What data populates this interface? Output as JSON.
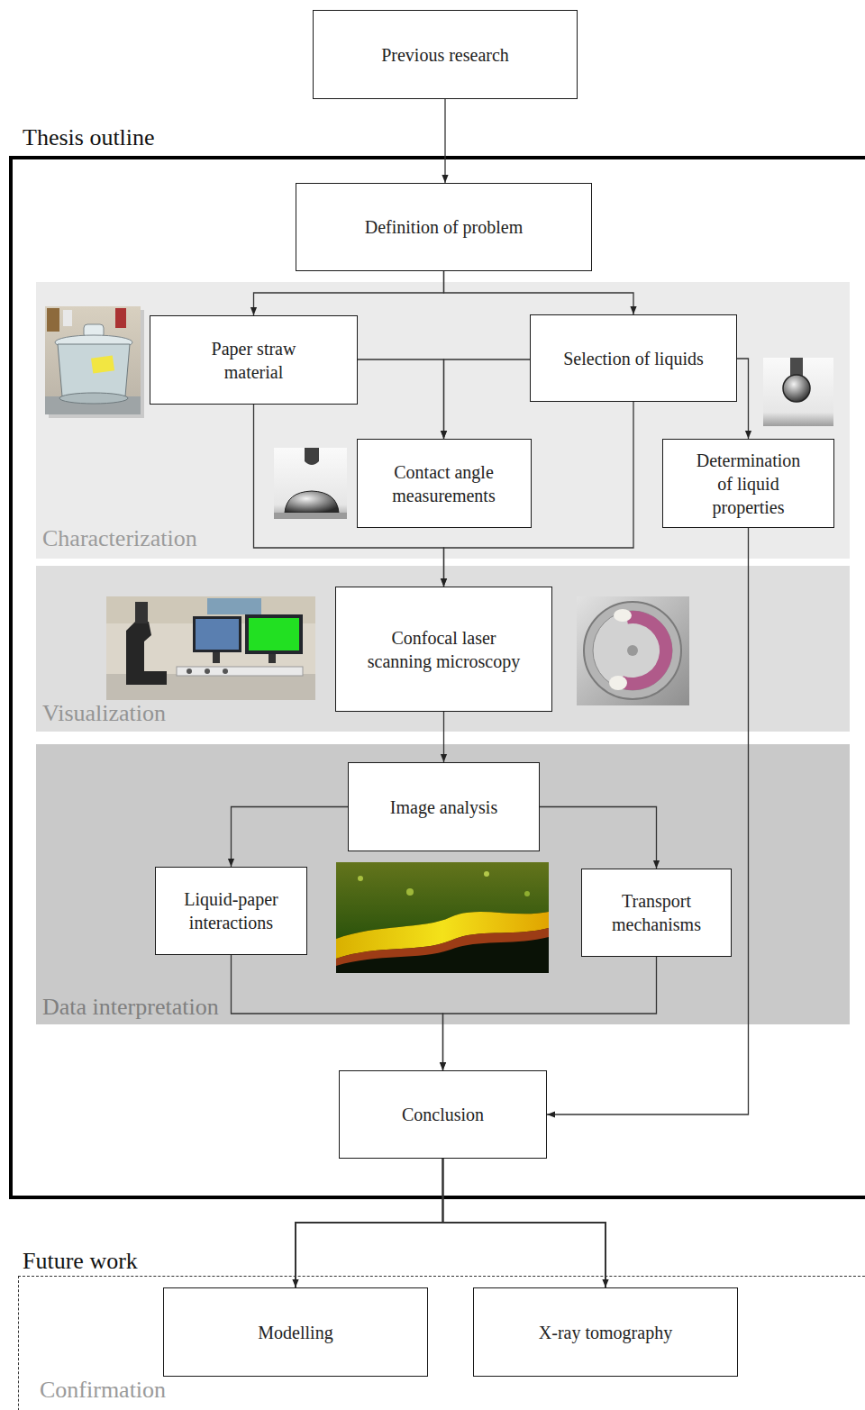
{
  "diagram": {
    "nodes": [
      {
        "text": [
          "Previous research"
        ]
      },
      {
        "text": [
          "Thesis outline"
        ]
      },
      {
        "text": [
          "Definition of problem"
        ],
        "in": 1
      },
      {
        "text": [
          "Characterization"
        ],
        "in": 1
      },
      {
        "text": [
          "Paper straw material"
        ],
        "in": 3
      },
      {
        "text": [
          "Selection of liquids"
        ],
        "in": 3
      },
      {
        "text": [
          "Contact angle measurements"
        ],
        "in": 3
      },
      {
        "text": [
          "Determination of liquid properties"
        ],
        "in": 3
      },
      {
        "text": [
          "Visualization"
        ],
        "in": 1
      },
      {
        "text": [
          "Confocal laser scanning microscopy"
        ],
        "in": 8
      },
      {
        "text": [
          "Data interpretation"
        ],
        "in": 1
      },
      {
        "text": [
          "Image analysis"
        ],
        "in": 10
      },
      {
        "text": [
          "Liquid-paper interactions"
        ],
        "in": 10
      },
      {
        "text": [
          "Transport mechanisms"
        ],
        "in": 10
      },
      {
        "text": [
          "Conclusion"
        ],
        "in": 1
      },
      {
        "text": [
          "Future work",
          "Confirmation"
        ]
      },
      {
        "text": [
          "Modelling"
        ],
        "in": 15
      },
      {
        "text": [
          "X-ray tomography"
        ],
        "in": 15
      }
    ],
    "edges": [
      {
        "from": 0,
        "to": 2,
        "arrow": "to"
      },
      {
        "from": 2,
        "to": 4,
        "arrow": "to"
      },
      {
        "from": 2,
        "to": 5,
        "arrow": "to"
      },
      {
        "from": 4,
        "to": 6,
        "arrow": "to"
      },
      {
        "from": 5,
        "to": 6,
        "arrow": "to"
      },
      {
        "from": 5,
        "to": 7,
        "arrow": "to"
      },
      {
        "from": 4,
        "to": 9,
        "arrow": "to"
      },
      {
        "from": 5,
        "to": 9,
        "arrow": "to"
      },
      {
        "from": 9,
        "to": 11,
        "arrow": "to"
      },
      {
        "from": 11,
        "to": 12,
        "arrow": "to"
      },
      {
        "from": 11,
        "to": 13,
        "arrow": "to"
      },
      {
        "from": 12,
        "to": 14,
        "arrow": "to"
      },
      {
        "from": 13,
        "to": 14,
        "arrow": "to"
      },
      {
        "from": 7,
        "to": 14,
        "arrow": "to"
      },
      {
        "from": 14,
        "to": 16,
        "arrow": "to"
      },
      {
        "from": 14,
        "to": 17,
        "arrow": "to"
      }
    ]
  }
}
